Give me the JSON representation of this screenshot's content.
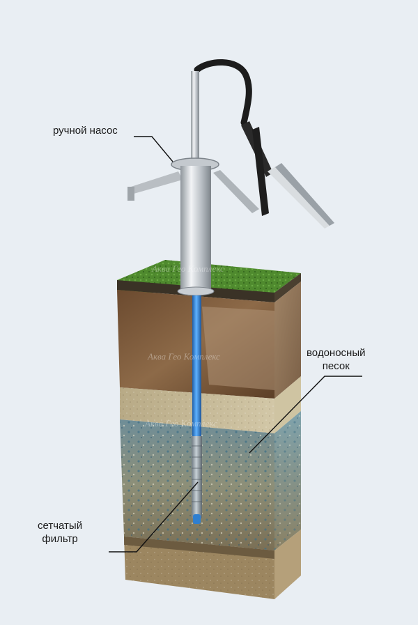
{
  "labels": {
    "hand_pump": "ручной насос",
    "aquifer_line1": "водоносный",
    "aquifer_line2": "песок",
    "filter_line1": "сетчатый",
    "filter_line2": "фильтр"
  },
  "watermark": "Аква Гео Комплекс",
  "colors": {
    "background": "#e9eef3",
    "pipe": "#3a8fd8",
    "metal": "#c9ced3",
    "handle": "#1c1c1c",
    "grass": "#4f8a2e",
    "clay": "#7a5a3c",
    "sand": "#b9a77f",
    "aquifer": "#6f8f9a",
    "base": "#9c8660"
  }
}
